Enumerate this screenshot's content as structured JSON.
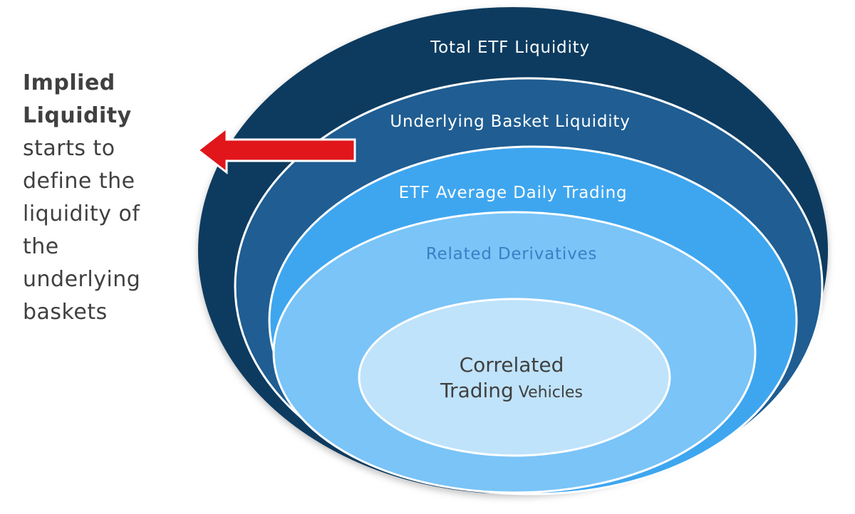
{
  "side_text": {
    "bold_line_1": "Implied",
    "bold_line_2": "Liquidity",
    "lines": [
      "starts to",
      "define the",
      "liquidity of",
      "the",
      "underlying",
      "baskets"
    ]
  },
  "rings": [
    {
      "label": "Total ETF Liquidity",
      "color": "#0f3a5f",
      "text_color": "#ffffff"
    },
    {
      "label": "Underlying Basket Liquidity",
      "color": "#1f5d92",
      "text_color": "#ffffff"
    },
    {
      "label": "ETF Average Daily Trading",
      "color": "#3ea6ef",
      "text_color": "#ffffff"
    },
    {
      "label": "Related Derivatives",
      "color": "#7ac4f7",
      "text_color": "#3a7fc6"
    },
    {
      "label_line_1": "Correlated",
      "label_line_2a": "Trading",
      "label_line_2b": " Vehicles",
      "color": "#bfe3fb",
      "text_color": "#404040"
    }
  ],
  "arrow": {
    "color": "#e0161b",
    "icon": "left-arrow-icon"
  }
}
